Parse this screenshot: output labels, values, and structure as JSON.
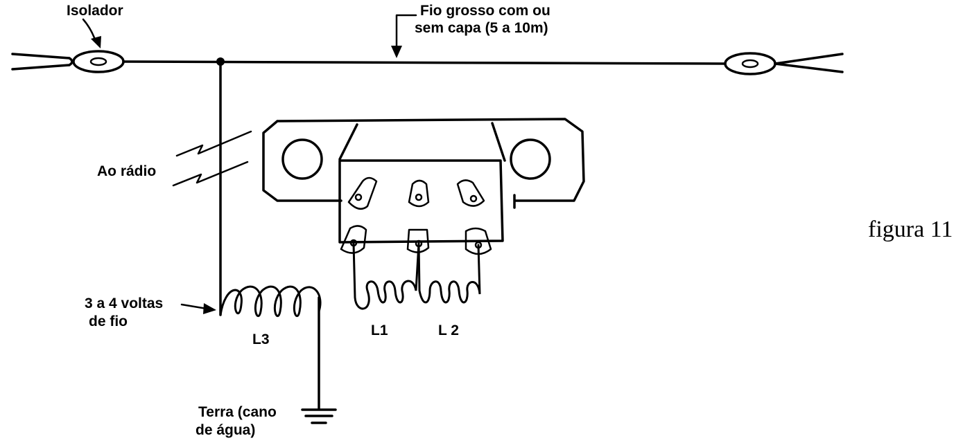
{
  "labels": {
    "isolador": "Isolador",
    "fio_line1": "Fio grosso com ou",
    "fio_line2": "sem capa (5 a 10m)",
    "ao_radio": "Ao rádio",
    "voltas_line1": "3 a 4 voltas",
    "voltas_line2": "de fio",
    "l3": "L3",
    "l1": "L1",
    "l2": "L 2",
    "terra_line1": "Terra (cano",
    "terra_line2": "de água)",
    "figure_caption": "figura 11"
  }
}
